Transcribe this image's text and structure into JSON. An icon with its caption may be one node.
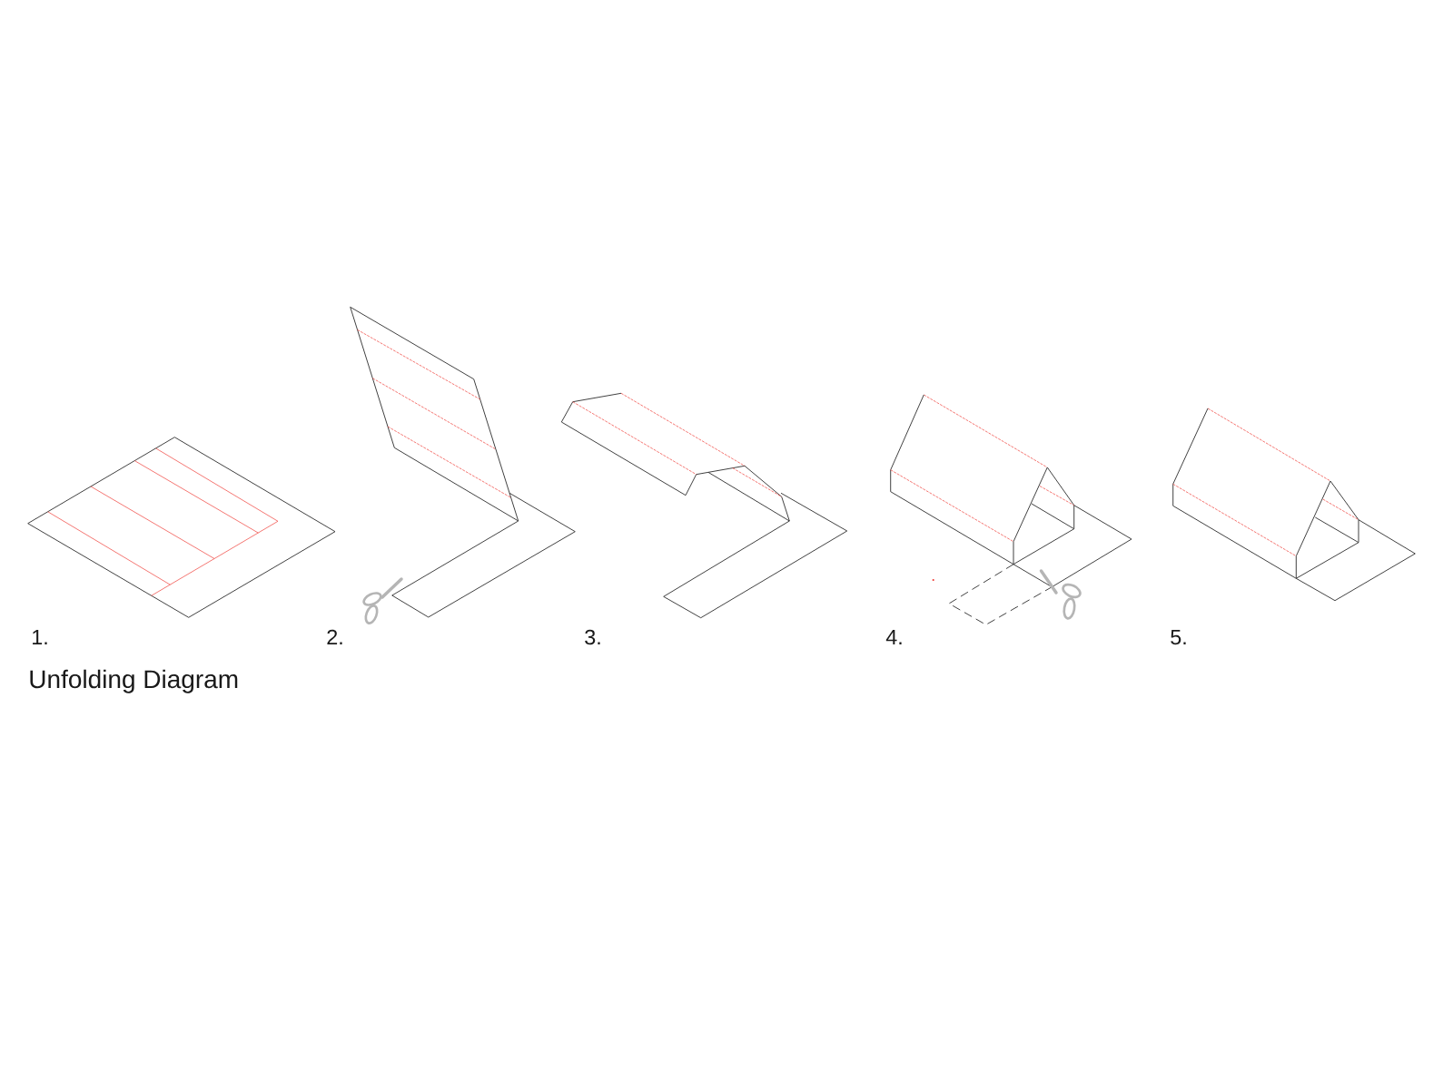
{
  "diagram": {
    "caption": "Unfolding Diagram",
    "labels": [
      "1.",
      "2.",
      "3.",
      "4.",
      "5."
    ]
  }
}
